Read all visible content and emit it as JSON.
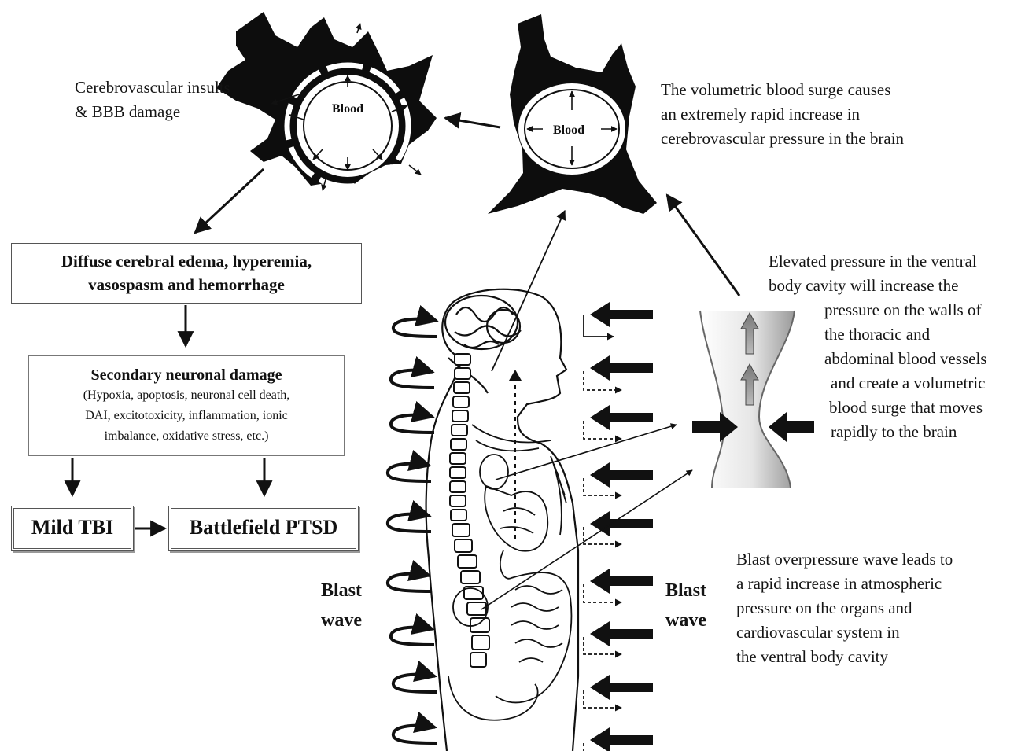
{
  "labels": {
    "insults_line1": "Cerebrovascular insults",
    "insults_line2": "& BBB damage",
    "surge_line1": "The volumetric blood surge causes",
    "surge_line2": "an extremely rapid increase in",
    "surge_line3": "cerebrovascular pressure in the brain",
    "ventral_line1": "Elevated pressure in the ventral",
    "ventral_line2": "body cavity will increase the",
    "ventral_line3": "pressure on the walls of",
    "ventral_line4": "the thoracic and",
    "ventral_line5": "abdominal blood vessels",
    "ventral_line6": "and create a volumetric",
    "ventral_line7": "blood surge that moves",
    "ventral_line8": "rapidly to the brain",
    "overpressure_line1": "Blast overpressure wave leads to",
    "overpressure_line2": "a rapid increase in atmospheric",
    "overpressure_line3": "pressure on the organs and",
    "overpressure_line4": "cardiovascular system in",
    "overpressure_line5": "the ventral body cavity",
    "blood_damaged": "Blood",
    "blood_intact": "Blood"
  },
  "boxes": {
    "edema_line1": "Diffuse cerebral edema, hyperemia,",
    "edema_line2": "vasospasm and hemorrhage",
    "secondary_title": "Secondary neuronal damage",
    "secondary_line1": "(Hypoxia, apoptosis, neuronal cell death,",
    "secondary_line2": "DAI, excitotoxicity, inflammation, ionic",
    "secondary_line3": "imbalance, oxidative stress, etc.)",
    "mild_tbi": "Mild TBI",
    "ptsd": "Battlefield PTSD"
  },
  "blast": {
    "left_line1": "Blast",
    "left_line2": "wave",
    "right_line1": "Blast",
    "right_line2": "wave"
  },
  "colors": {
    "ink": "#111111",
    "vessel_tissue": "#0d0d0d",
    "surge_arrow": "#888888"
  }
}
